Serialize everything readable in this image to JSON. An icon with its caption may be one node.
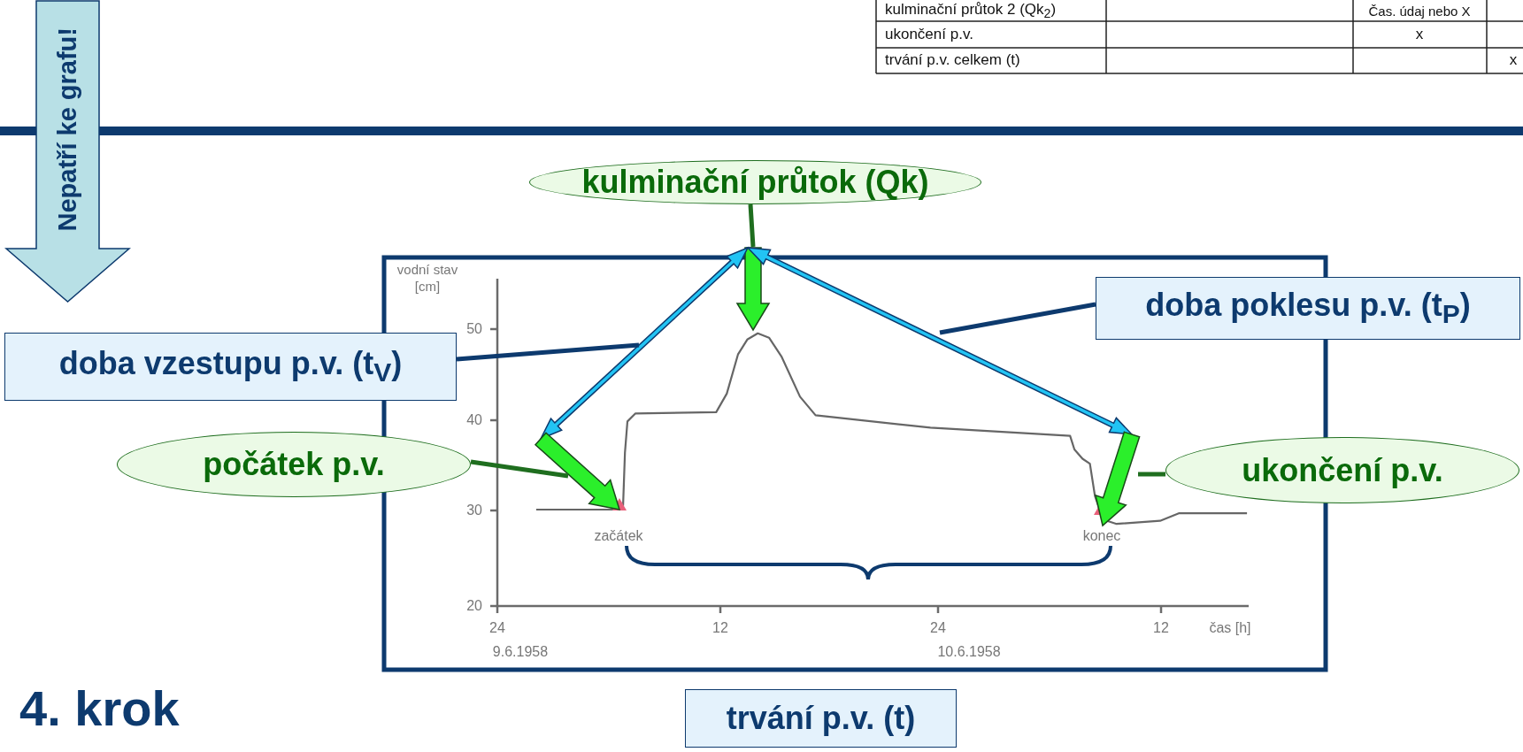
{
  "diagram": {
    "nodes": [
      {
        "text": [
          "Nepatří ke grafu!"
        ]
      },
      {
        "text": [
          "kulminační průtok (Qk)"
        ]
      },
      {
        "text": [
          "doba poklesu p.v. (t$_{P}$)"
        ]
      },
      {
        "text": [
          "doba vzestupu p.v. (t$_{V}$)"
        ]
      },
      {
        "text": [
          "počátek p.v."
        ]
      },
      {
        "text": [
          "ukončení p.v."
        ]
      },
      {
        "text": [
          "trvání p.v. (t)"
        ]
      },
      {
        "text": [],
        "shape": "picture"
      }
    ],
    "edges": [
      {
        "from": 1,
        "to": 7,
        "arrow": "none"
      },
      {
        "from": 2,
        "to": 7,
        "arrow": "none",
        "color": "#0d3a6e"
      },
      {
        "from": 3,
        "to": 7,
        "arrow": "none",
        "color": "#0d3a6e"
      },
      {
        "from": 4,
        "to": 7,
        "arrow": "none"
      },
      {
        "from": 5,
        "to": 7,
        "arrow": "none"
      }
    ],
    "labels": [
      "kulminační průtok 2 (Qk$_{2}$)",
      "Čas. údaj nebo X",
      "ukončení p.v.",
      "x",
      "trvání p.v. celkem (t)",
      "x",
      "vodní stav [cm]",
      "50",
      "40",
      "30",
      "20",
      "začátek",
      "konec",
      "24",
      "12",
      "24",
      "12",
      "čas [h]",
      "9.6.1958",
      "10.6.1958",
      "4. krok"
    ]
  }
}
